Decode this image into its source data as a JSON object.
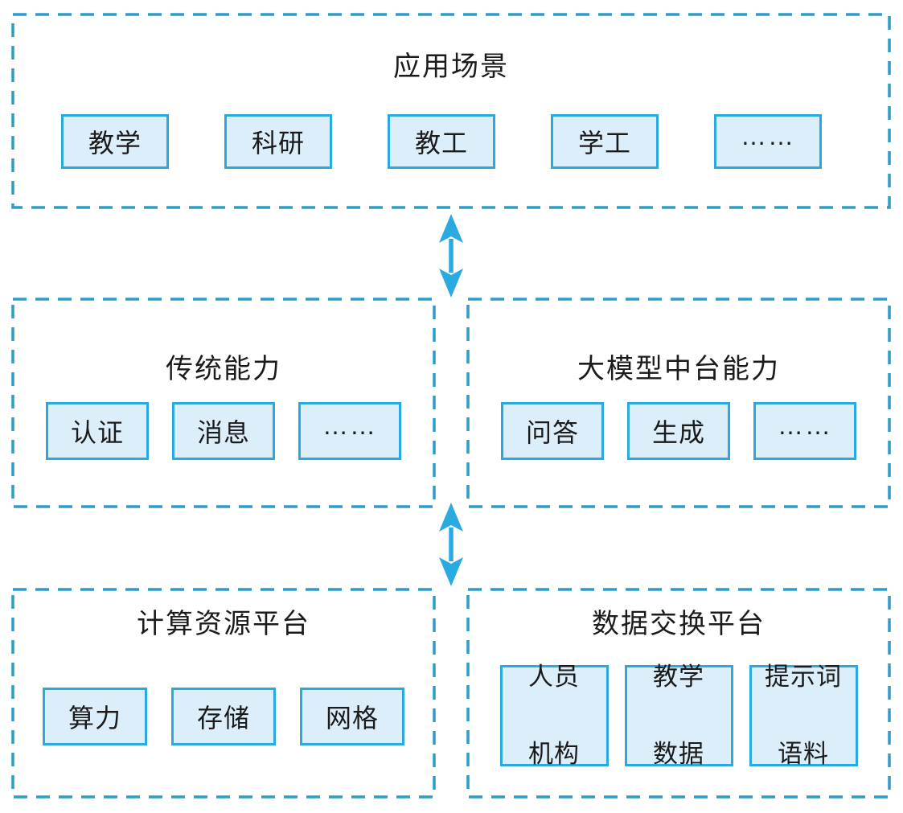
{
  "colors": {
    "background": "#ffffff",
    "dashed_border": "#2d9cc7",
    "solid_border": "#29a9df",
    "box_fill": "#dceefa",
    "arrow": "#29abe2",
    "text": "#1b1b1b"
  },
  "sections": {
    "app_scenarios": {
      "title": "应用场景",
      "items": [
        "教学",
        "科研",
        "教工",
        "学工",
        "……"
      ]
    },
    "traditional": {
      "title": "传统能力",
      "items": [
        "认证",
        "消息",
        "……"
      ]
    },
    "llm_mid_platform": {
      "title": "大模型中台能力",
      "items": [
        "问答",
        "生成",
        "……"
      ]
    },
    "compute_platform": {
      "title": "计算资源平台",
      "items": [
        "算力",
        "存储",
        "网格"
      ]
    },
    "data_exchange_platform": {
      "title": "数据交换平台",
      "items": [
        {
          "line1": "人员",
          "line2": "机构"
        },
        {
          "line1": "教学",
          "line2": "数据"
        },
        {
          "line1": "提示词",
          "line2": "语料"
        }
      ]
    }
  }
}
